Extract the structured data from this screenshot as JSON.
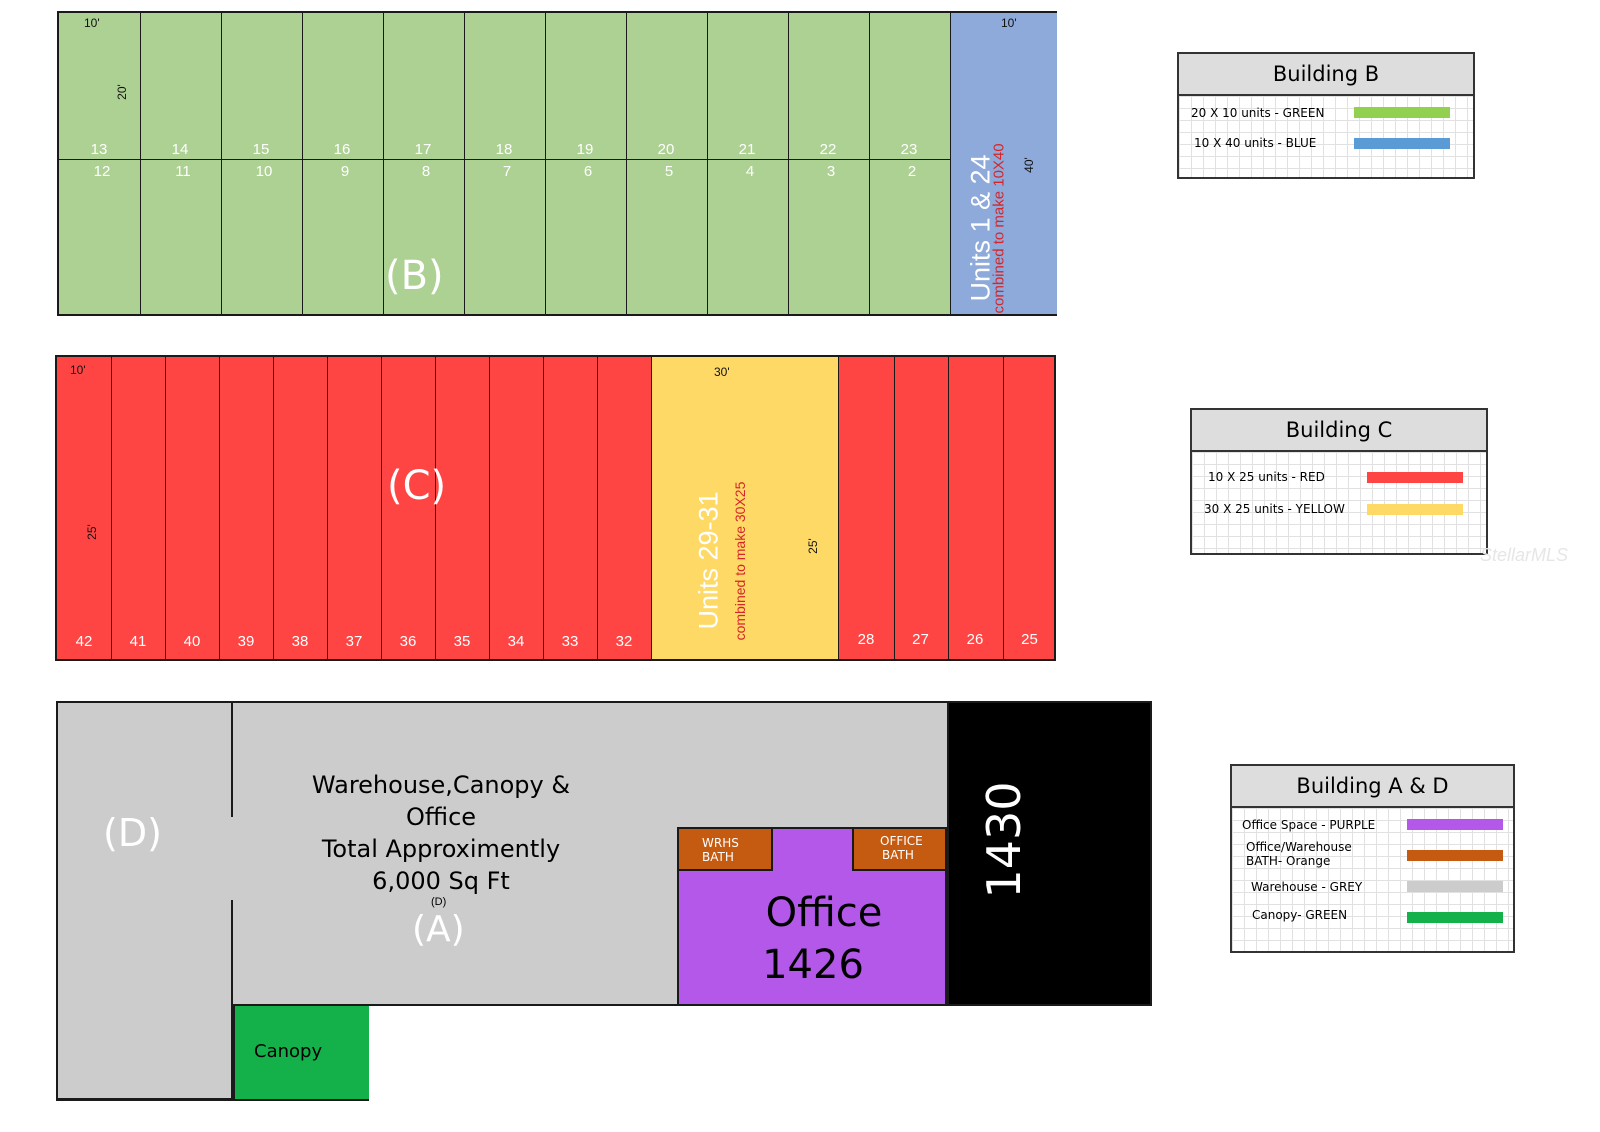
{
  "building_b": {
    "label": "(B)",
    "top_units": [
      "13",
      "14",
      "15",
      "16",
      "17",
      "18",
      "19",
      "20",
      "21",
      "22",
      "23"
    ],
    "bottom_units": [
      "12",
      "11",
      "10",
      "9",
      "8",
      "7",
      "6",
      "5",
      "4",
      "3",
      "2"
    ],
    "dim_width": "10'",
    "dim_depth": "20'",
    "blue_dim_width": "10'",
    "blue_dim_depth": "40'",
    "blue_title": "Units 1 & 24",
    "blue_note": "combined  to make 10X40",
    "green": "#acd193",
    "blue": "#8eaadb"
  },
  "building_c": {
    "label": "(C)",
    "left_units": [
      "42",
      "41",
      "40",
      "39",
      "38",
      "37",
      "36",
      "35",
      "34",
      "33",
      "32"
    ],
    "right_units": [
      "28",
      "27",
      "26",
      "25"
    ],
    "dim_width": "10'",
    "dim_depth": "25'",
    "yellow_dim_width": "30'",
    "yellow_dim_depth": "25'",
    "yellow_title": "Units 29-31",
    "yellow_note": "combined to make 30X25",
    "red": "#ff4444",
    "yellow": "#ffd966"
  },
  "building_ad": {
    "label_d": "(D)",
    "title_lines": [
      "Warehouse,Canopy &",
      "Office",
      "Total Approximently",
      "6,000 Sq Ft"
    ],
    "small_d": "(D)",
    "label_a": "(A)",
    "wrhs_bath": [
      "WRHS",
      "BATH"
    ],
    "office_bath": [
      "OFFICE",
      "BATH"
    ],
    "office_lines": [
      "Office",
      "1426"
    ],
    "black_unit": "1430",
    "canopy": "Canopy",
    "grey": "#cccccc",
    "purple": "#b458e9",
    "orange": "#c55a11",
    "black": "#000000",
    "canopy_green": "#14b04a"
  },
  "legend_b": {
    "title": "Building  B",
    "items": [
      {
        "label": "20 X 10 units - GREEN",
        "color": "#92d050"
      },
      {
        "label": "10 X 40 units - BLUE",
        "color": "#5b9bd5"
      }
    ]
  },
  "legend_c": {
    "title": "Building  C",
    "items": [
      {
        "label": "10 X 25 units - RED",
        "color": "#ff4444"
      },
      {
        "label": "30 X 25 units - YELLOW",
        "color": "#ffd966"
      }
    ]
  },
  "legend_ad": {
    "title": "Building A & D",
    "items": [
      {
        "label": "Office Space - PURPLE",
        "color": "#b458e9"
      },
      {
        "label": "Office/Warehouse\nBATH- Orange",
        "color": "#c55a11"
      },
      {
        "label": "Warehouse - GREY",
        "color": "#cccccc"
      },
      {
        "label": "Canopy- GREEN",
        "color": "#14b04a"
      }
    ]
  },
  "watermark": "StellarMLS"
}
